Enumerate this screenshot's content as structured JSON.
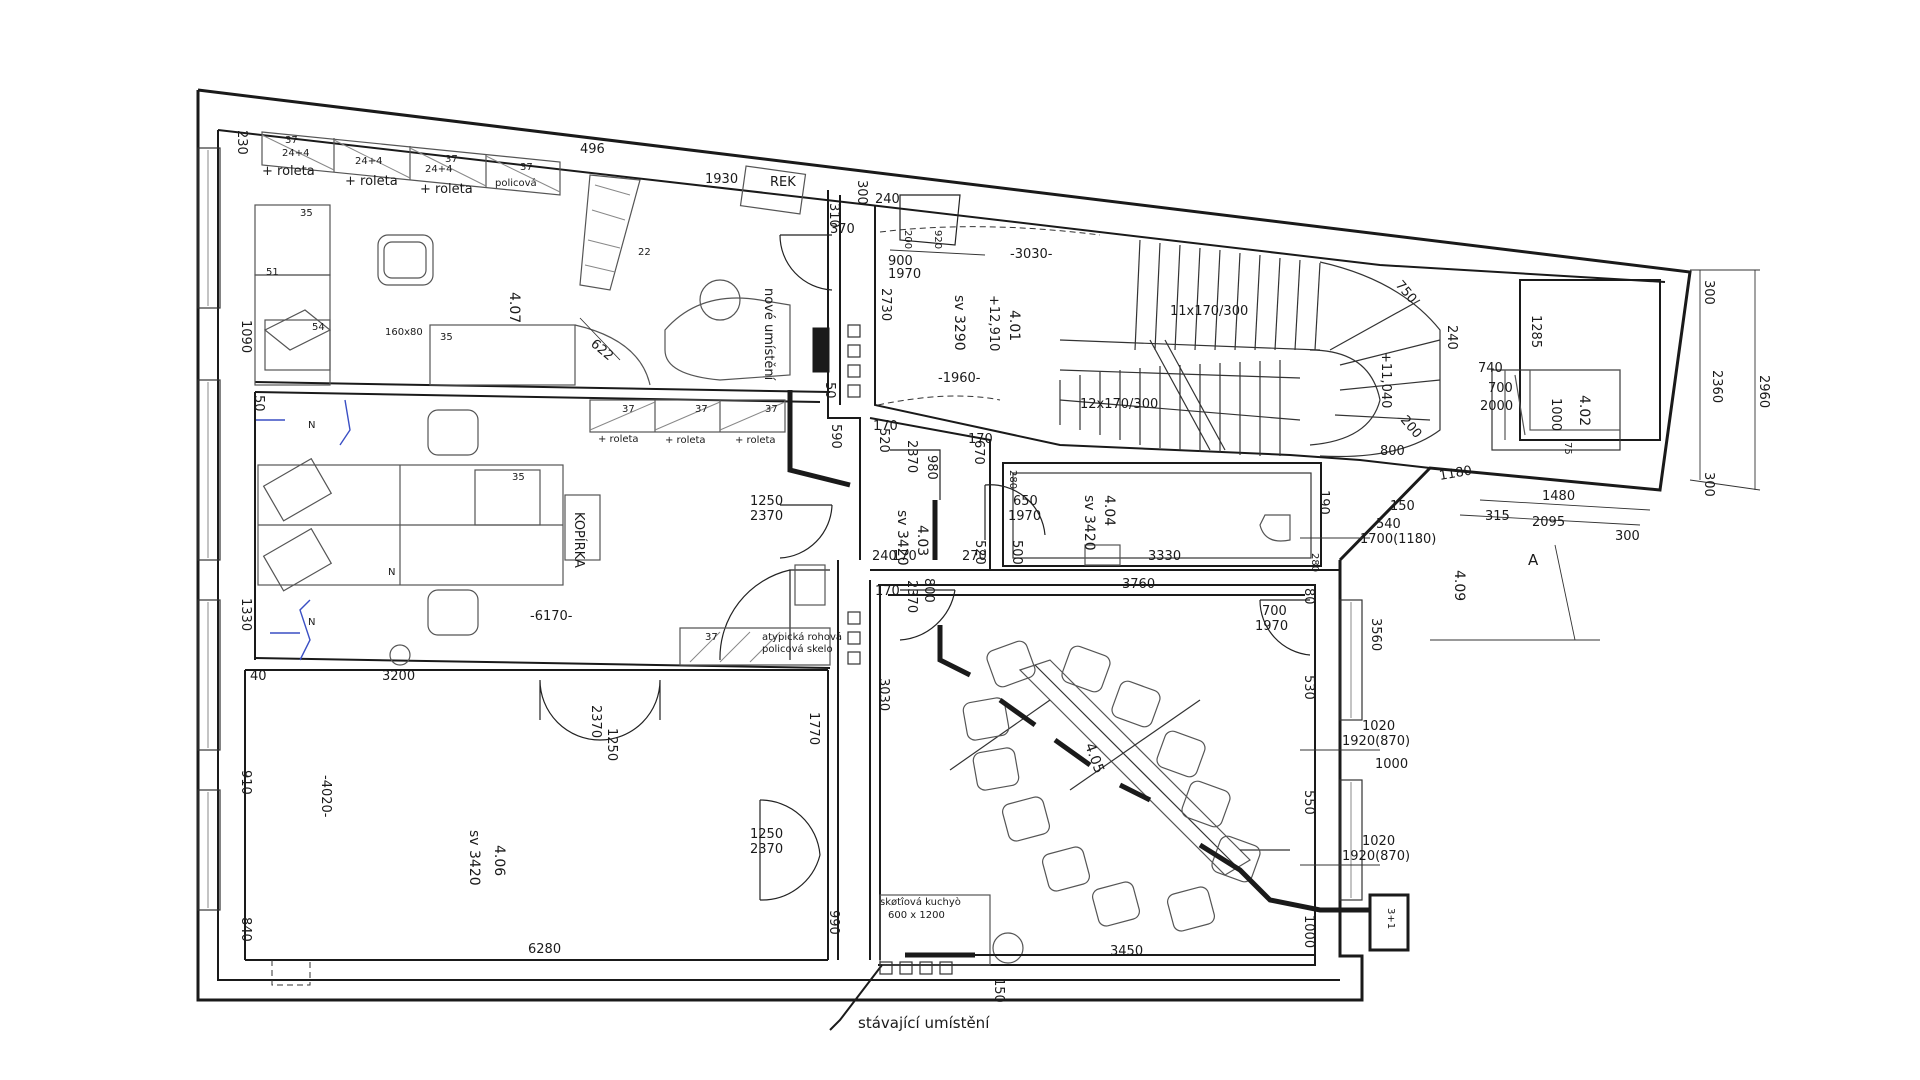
{
  "rooms": {
    "r407": "4.07",
    "r406": "4.06",
    "r406_sv": "sv 3420",
    "r401": "4.01",
    "r401_sv": "sv 3290",
    "r403": "4.03",
    "r403_sv": "sv 3420",
    "r404": "4.04",
    "r404_sv": "sv 3420",
    "r405": "4.05",
    "r402": "4.02",
    "r409": "4.09"
  },
  "labels": {
    "rek": "REK",
    "kopirka": "KOPÍRKA",
    "nove_umisteni": "nové umístění",
    "stavajici_umisteni": "stávající umístění",
    "kuchyn": "skøtîová kuchyò",
    "kuchyn_size": "600 x 1200",
    "roleta": "+ roleta",
    "policova": "policová",
    "atypicka_1": "atypická rohová",
    "atypicka_2": "policová skelo",
    "level_1": "+12,910",
    "level_2": "+11,040",
    "stairs_1": "11x170/300",
    "stairs_2": "12x170/300",
    "section": "A",
    "n_mark": "N",
    "rack_sym": "3+1"
  },
  "dims": {
    "d230": "230",
    "d496": "496",
    "d1930": "1930",
    "d300": "300",
    "d310": "310",
    "d240": "240",
    "d200": "200",
    "d920": "920",
    "d3030": "-3030-",
    "d750": "750",
    "d370": "370",
    "d900": "900",
    "d1970": "1970",
    "d2730": "2730",
    "d622": "622",
    "d1090": "1090",
    "d50": "50",
    "d590": "590",
    "d520": "520",
    "d170": "170",
    "d1960": "-1960-",
    "d980": "980",
    "d670": "670",
    "d2370": "2370",
    "d1250": "1250",
    "d280": "280",
    "d650": "650",
    "d500": "500",
    "d3330": "3330",
    "d190": "190",
    "d150": "150",
    "d540": "540",
    "d1700": "1700(1180)",
    "d1180": "1180",
    "d1480": "1480",
    "d315": "315",
    "d2095": "2095",
    "d2360": "2360",
    "d2960": "2960",
    "d1285": "1285",
    "d740": "740",
    "d700": "700",
    "d2000": "2000",
    "d1000": "1000",
    "d75": "75",
    "d800": "800",
    "d6170": "-6170-",
    "d3760": "3760",
    "d3560": "3560",
    "d530": "530",
    "d550": "550",
    "d1020": "1020",
    "d1920_870": "1920(870)",
    "d1330": "1330",
    "d40": "40",
    "d3200": "3200",
    "d1770": "1770",
    "d3030b": "3030",
    "d910": "910",
    "d4020": "-4020-",
    "d840": "840",
    "d6280": "6280",
    "d3450": "3450",
    "d990": "990",
    "d270": "270",
    "d80": "80",
    "d35": "35",
    "d51": "51",
    "d22": "22",
    "d54": "54",
    "d37": "37",
    "d160": "160x80",
    "d24": "24+4"
  }
}
